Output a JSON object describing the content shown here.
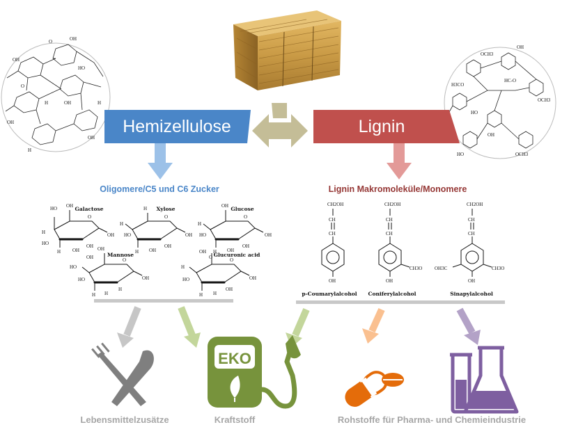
{
  "hemicellulose": {
    "label": "Hemizellulose",
    "products_title": "Oligomere/C5 und C6 Zucker"
  },
  "lignin": {
    "label": "Lignin",
    "products_title": "Lignin Makromoleküle/Monomere"
  },
  "sugars": [
    "Galactose",
    "Xylose",
    "Glucose",
    "Mannose",
    "Glucuronic acid"
  ],
  "monomers": [
    "p-Coumarylalcohol",
    "Coniferylalcohol",
    "Sinapylalcohol"
  ],
  "applications": {
    "food": "Lebensmittelzusätze",
    "fuel": "Kraftstoff",
    "pharma": "Rohstoffe für Pharma- und Chemieindustrie"
  },
  "fuel_badge": "EKO",
  "colors": {
    "hemi_blue": "#4a86c8",
    "lignin_red": "#c0504d",
    "beige": "#c4bd97",
    "grey": "#7f7f7f",
    "green": "#77933c",
    "orange": "#e46c0a",
    "purple": "#7e5fa0"
  }
}
